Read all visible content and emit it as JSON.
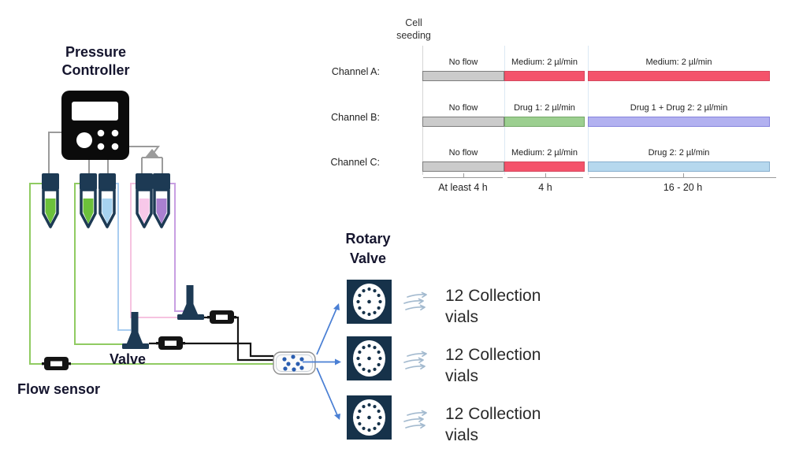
{
  "colors": {
    "navy": "#1d3a54",
    "panel_navy": "#16324a",
    "wire_gray": "#9b9b9b",
    "black_line": "#141414",
    "arrow_blue": "#4a7fd4",
    "flow_arrow": "#a3bacf",
    "chip_dot": "#2a5db0",
    "chip_fill": "#fbfbfb",
    "chip_border": "#8f8f8f"
  },
  "labels": {
    "pressure_controller": "Pressure\nController",
    "valve": "Valve",
    "flow_sensor": "Flow sensor",
    "rotary_valve": "Rotary\nValve",
    "collection_vials": "12 Collection\nvials",
    "cell_seeding": "Cell\nseeding"
  },
  "tubes": [
    {
      "name": "sample-tube-1",
      "liquid_color": "#6cc13b",
      "line_color": "#90cb62"
    },
    {
      "name": "sample-tube-2",
      "liquid_color": "#6cc13b",
      "line_color": "#90cb62"
    },
    {
      "name": "sample-tube-3",
      "liquid_color": "#a7d3f0",
      "line_color": "#a9cdf0"
    },
    {
      "name": "sample-tube-4",
      "liquid_color": "#f8c8e9",
      "line_color": "#f6c3e0"
    },
    {
      "name": "sample-tube-5",
      "liquid_color": "#aa80d0",
      "line_color": "#c89fe2"
    }
  ],
  "rotary_valve_count": 3,
  "collection_rows": 3,
  "chart_data": {
    "type": "bar",
    "subtype": "horizontal-timeline",
    "annotation": "Cell seeding",
    "rows": [
      {
        "label": "Channel A:",
        "segments": [
          {
            "text": "No flow",
            "fill": "#cbcbcb",
            "border": "#7d7d7d"
          },
          {
            "text": "Medium: 2 µl/min",
            "fill": "#f4536b",
            "border": "#d5485e"
          },
          {
            "text": "Medium: 2 µl/min",
            "fill": "#f4536b",
            "border": "#d5485e"
          }
        ]
      },
      {
        "label": "Channel B:",
        "segments": [
          {
            "text": "No flow",
            "fill": "#cbcbcb",
            "border": "#7d7d7d"
          },
          {
            "text": "Drug 1: 2 µl/min",
            "fill": "#9ccf90",
            "border": "#74a868"
          },
          {
            "text": "Drug 1 + Drug 2: 2 µl/min",
            "fill": "#b2b1f0",
            "border": "#8583dc"
          }
        ]
      },
      {
        "label": "Channel C:",
        "segments": [
          {
            "text": "No flow",
            "fill": "#cbcbcb",
            "border": "#7d7d7d"
          },
          {
            "text": "Medium: 2 µl/min",
            "fill": "#f4536b",
            "border": "#d5485e"
          },
          {
            "text": "Drug 2: 2 µl/min",
            "fill": "#b6d8ee",
            "border": "#87aecd"
          }
        ]
      }
    ],
    "time_axis": [
      "At least 4 h",
      "4 h",
      "16 - 20 h"
    ]
  }
}
